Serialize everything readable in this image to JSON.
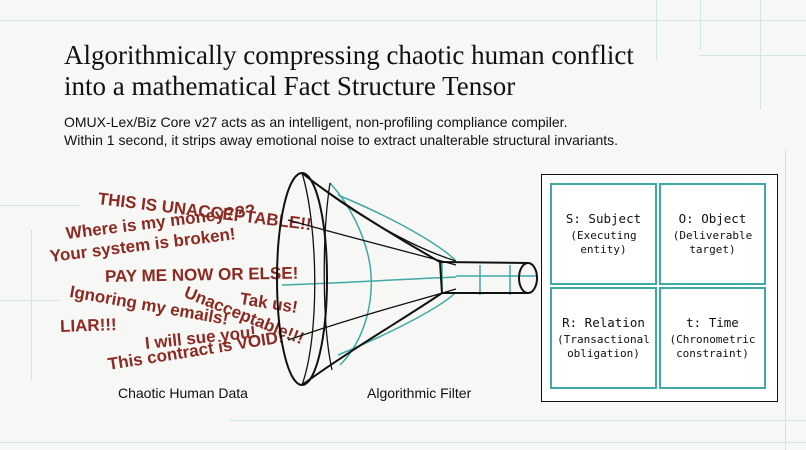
{
  "header": {
    "title_line1": "Algorithmically compressing chaotic human conflict",
    "title_line2": "into a mathematical Fact Structure Tensor",
    "subtitle_line1": "OMUX-Lex/Biz Core v27 acts as an intelligent, non-profiling compliance compiler.",
    "subtitle_line2": "Within 1 second, it strips away emotional noise to extract unalterable structural invariants."
  },
  "chaos_phrases": [
    "THIS IS UNACCEPTABLE!!",
    "Where is my money???",
    "Your system is broken!",
    "PAY ME NOW OR ELSE!",
    "Tak us!",
    "Ignoring my emails!",
    "Unacceptable!!!",
    "LIAR!!!",
    "I will sue you!",
    "This contract is VOID!"
  ],
  "captions": {
    "chaotic": "Chaotic Human Data",
    "filter": "Algorithmic Filter"
  },
  "tensor": {
    "subject": {
      "head": "S: Subject",
      "line1": "(Executing",
      "line2": "entity)"
    },
    "object": {
      "head": "O: Object",
      "line1": "(Deliverable",
      "line2": "target)"
    },
    "relation": {
      "head": "R: Relation",
      "line1": "(Transactional",
      "line2": "obligation)"
    },
    "time": {
      "head": "t: Time",
      "line1": "(Chronometric",
      "line2": "constraint)"
    }
  },
  "colors": {
    "accent": "#3fa9a5",
    "chaos_text": "#8b2a22",
    "grid": "#cfe6e4"
  }
}
